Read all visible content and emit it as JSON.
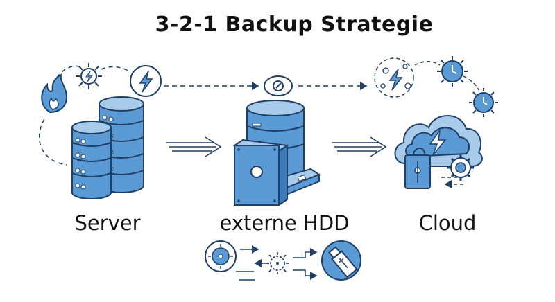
{
  "title": "3-2-1 Backup Strategie",
  "labels": {
    "server": "Server",
    "hdd": "externe HDD",
    "cloud": "Cloud"
  },
  "colors": {
    "fill": "#5b9bd5",
    "fill_light": "#a9cbea",
    "stroke": "#1f3f66",
    "text": "#111111"
  },
  "icons": [
    "fire-icon",
    "virus-icon",
    "lightning-icon",
    "eye-icon",
    "clock-icon",
    "padlock-icon",
    "usb-drive-icon"
  ]
}
